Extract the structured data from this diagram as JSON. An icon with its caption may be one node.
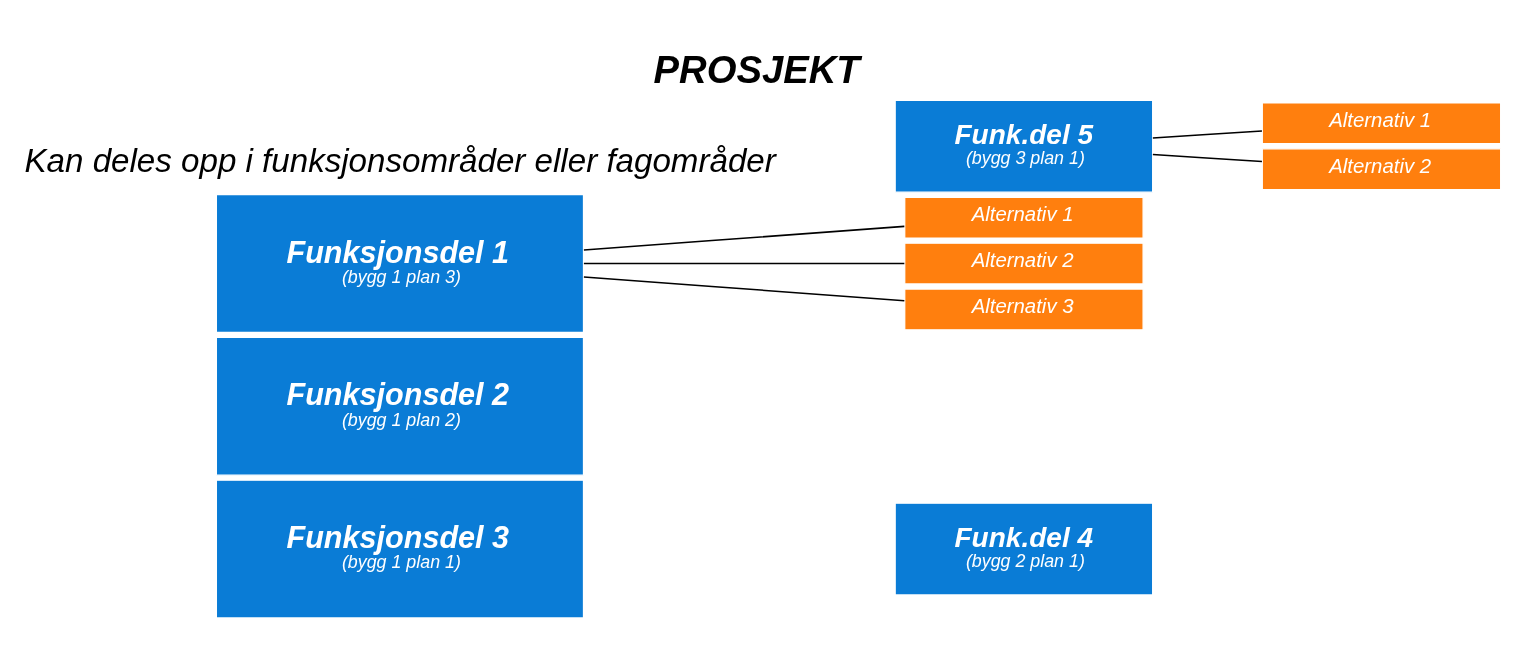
{
  "diagram": {
    "title": "PROSJEKT",
    "nodes": [
      {
        "text": [
          "Alternativ 1"
        ]
      },
      {
        "text": [
          "Alternativ 2"
        ]
      },
      {
        "text": [
          "Alternativ 3"
        ]
      },
      {
        "text": [
          "Funksjonsdel 1",
          "(bygg 1 plan 3)"
        ]
      },
      {
        "text": [
          "Alternativ 1"
        ]
      },
      {
        "text": [
          "Alternativ 2"
        ]
      },
      {
        "text": [
          "Funksjonsdel 2",
          "(bygg 1 plan 2)"
        ]
      },
      {
        "text": [
          "Funksjonsdel 3",
          "(bygg 1 plan 1)"
        ]
      },
      {
        "text": [
          "Funk.del 4",
          "(bygg 2 plan 1)"
        ]
      },
      {
        "text": [
          "Funk.del 5",
          "(bygg 3 plan 1)"
        ]
      }
    ],
    "edges": [
      {
        "from": 3,
        "to": 0,
        "arrow": "none"
      },
      {
        "from": 3,
        "to": 1,
        "arrow": "none"
      },
      {
        "from": 3,
        "to": 2,
        "arrow": "none"
      },
      {
        "from": 9,
        "to": 4,
        "arrow": "none"
      },
      {
        "from": 9,
        "to": 5,
        "arrow": "none"
      }
    ],
    "labels": [
      "Kan deles opp i funksjonsområder eller fagområder"
    ]
  }
}
